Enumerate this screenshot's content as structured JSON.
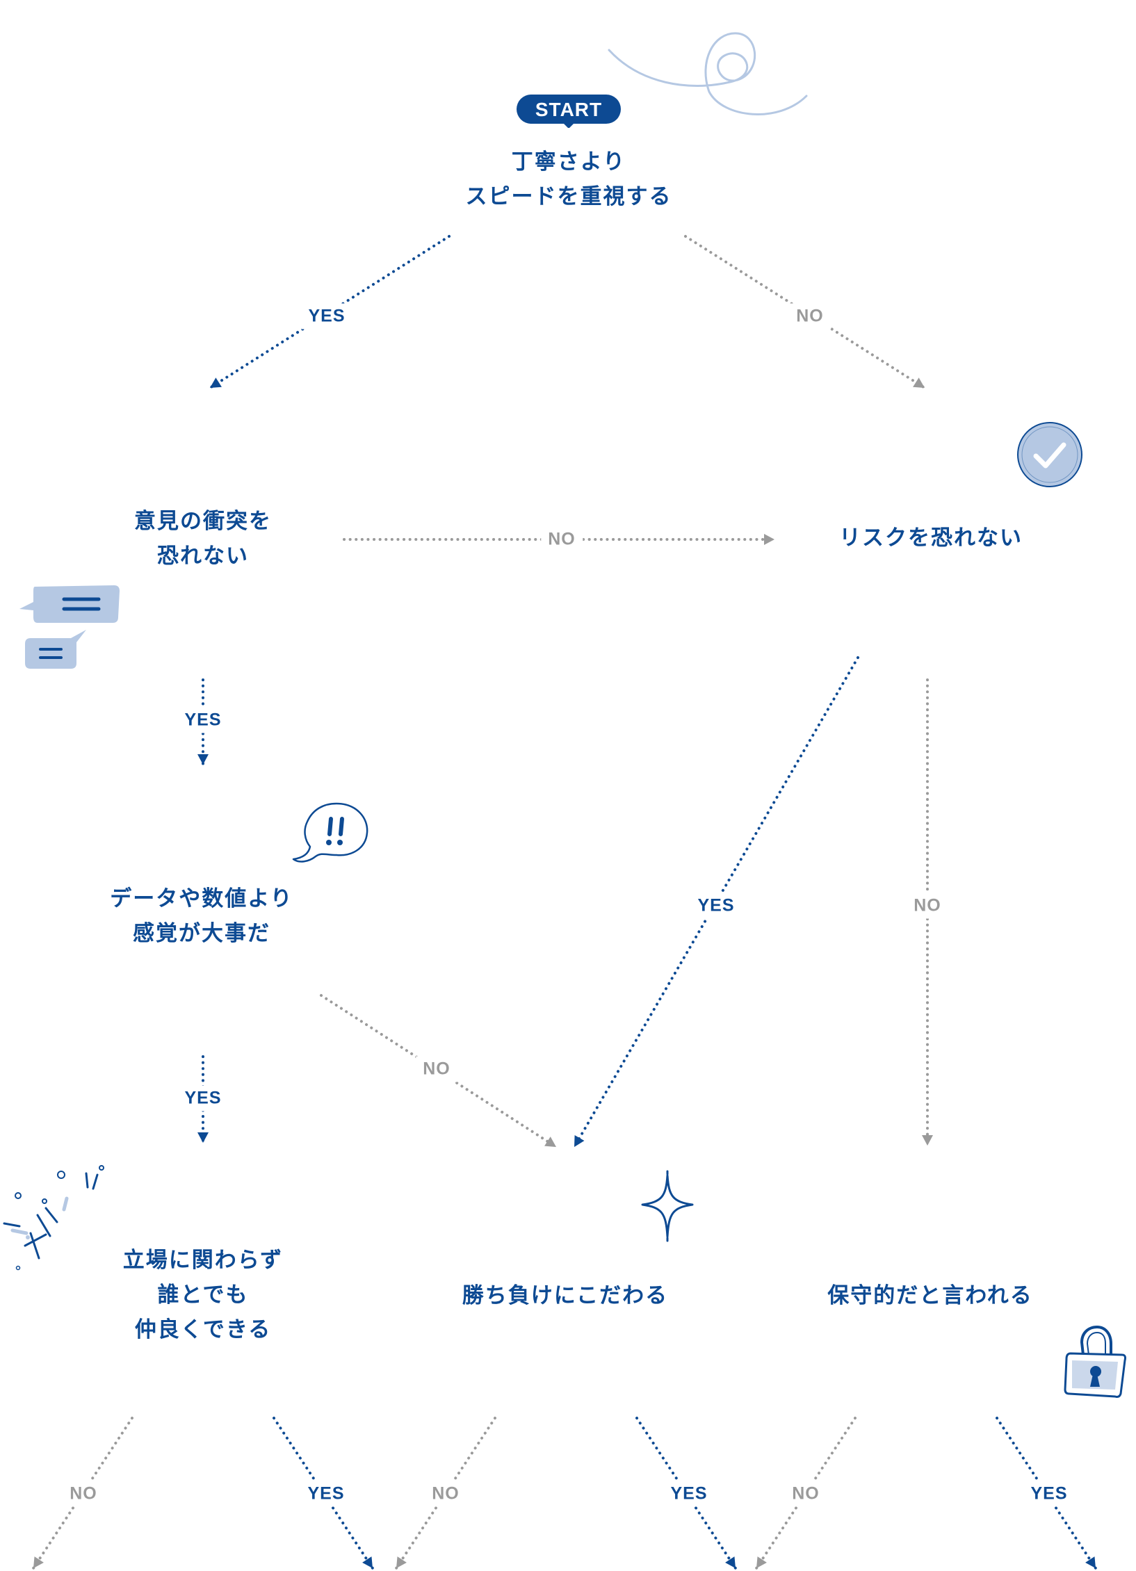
{
  "start_label": "START",
  "edge_labels": {
    "yes": "YES",
    "no": "NO"
  },
  "colors": {
    "primary": "#0d4a93",
    "no_gray": "#9a9a9a",
    "light_blue": "#b5c8e3"
  },
  "nodes": {
    "q1": {
      "lines": [
        "丁寧さより",
        "スピードを重視する"
      ]
    },
    "q2": {
      "lines": [
        "意見の衝突を",
        "恐れない"
      ]
    },
    "q3": {
      "lines": [
        "リスクを恐れない"
      ]
    },
    "q4": {
      "lines": [
        "データや数値より",
        "感覚が大事だ"
      ]
    },
    "q5": {
      "lines": [
        "立場に関わらず",
        "誰とでも",
        "仲良くできる"
      ]
    },
    "q6": {
      "lines": [
        "勝ち負けにこだわる"
      ]
    },
    "q7": {
      "lines": [
        "保守的だと言われる"
      ]
    }
  },
  "edges": [
    {
      "from": "q1",
      "to": "q2",
      "answer": "yes"
    },
    {
      "from": "q1",
      "to": "q3",
      "answer": "no"
    },
    {
      "from": "q2",
      "to": "q3",
      "answer": "no"
    },
    {
      "from": "q2",
      "to": "q4",
      "answer": "yes"
    },
    {
      "from": "q3",
      "to": "q6",
      "answer": "yes"
    },
    {
      "from": "q3",
      "to": "q7",
      "answer": "no"
    },
    {
      "from": "q4",
      "to": "q5",
      "answer": "yes"
    },
    {
      "from": "q4",
      "to": "q6",
      "answer": "no"
    },
    {
      "from": "q5",
      "to": "off-page",
      "answer": "no"
    },
    {
      "from": "q5",
      "to": "off-page",
      "answer": "yes"
    },
    {
      "from": "q6",
      "to": "off-page",
      "answer": "no"
    },
    {
      "from": "q6",
      "to": "off-page",
      "answer": "yes"
    },
    {
      "from": "q7",
      "to": "off-page",
      "answer": "no"
    },
    {
      "from": "q7",
      "to": "off-page",
      "answer": "yes"
    }
  ],
  "decorations": [
    "swirl-doodle-icon",
    "checkmark-badge-icon",
    "speech-bubbles-icon",
    "exclamation-bubble-icon",
    "burst-lines-icon",
    "sparkle-icon",
    "padlock-icon"
  ]
}
